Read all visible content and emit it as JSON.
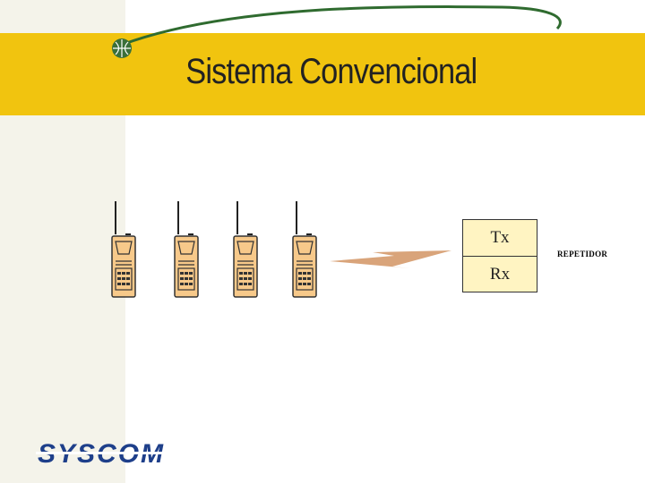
{
  "slide": {
    "title": "Sistema Convencional"
  },
  "diagram": {
    "repeater": {
      "tx_label": "Tx",
      "rx_label": "Rx",
      "name_label": "REPETIDOR"
    },
    "radios_count": 4
  },
  "branding": {
    "logo_text": "SYSCOM"
  },
  "colors": {
    "title_bar": "#f1c40f",
    "repeater_fill": "#fff4c2",
    "radio_body": "#f7c98a",
    "signal_bolt": "#d9a47a",
    "logo": "#1e3f8a",
    "globe": "#3a6f3a"
  }
}
